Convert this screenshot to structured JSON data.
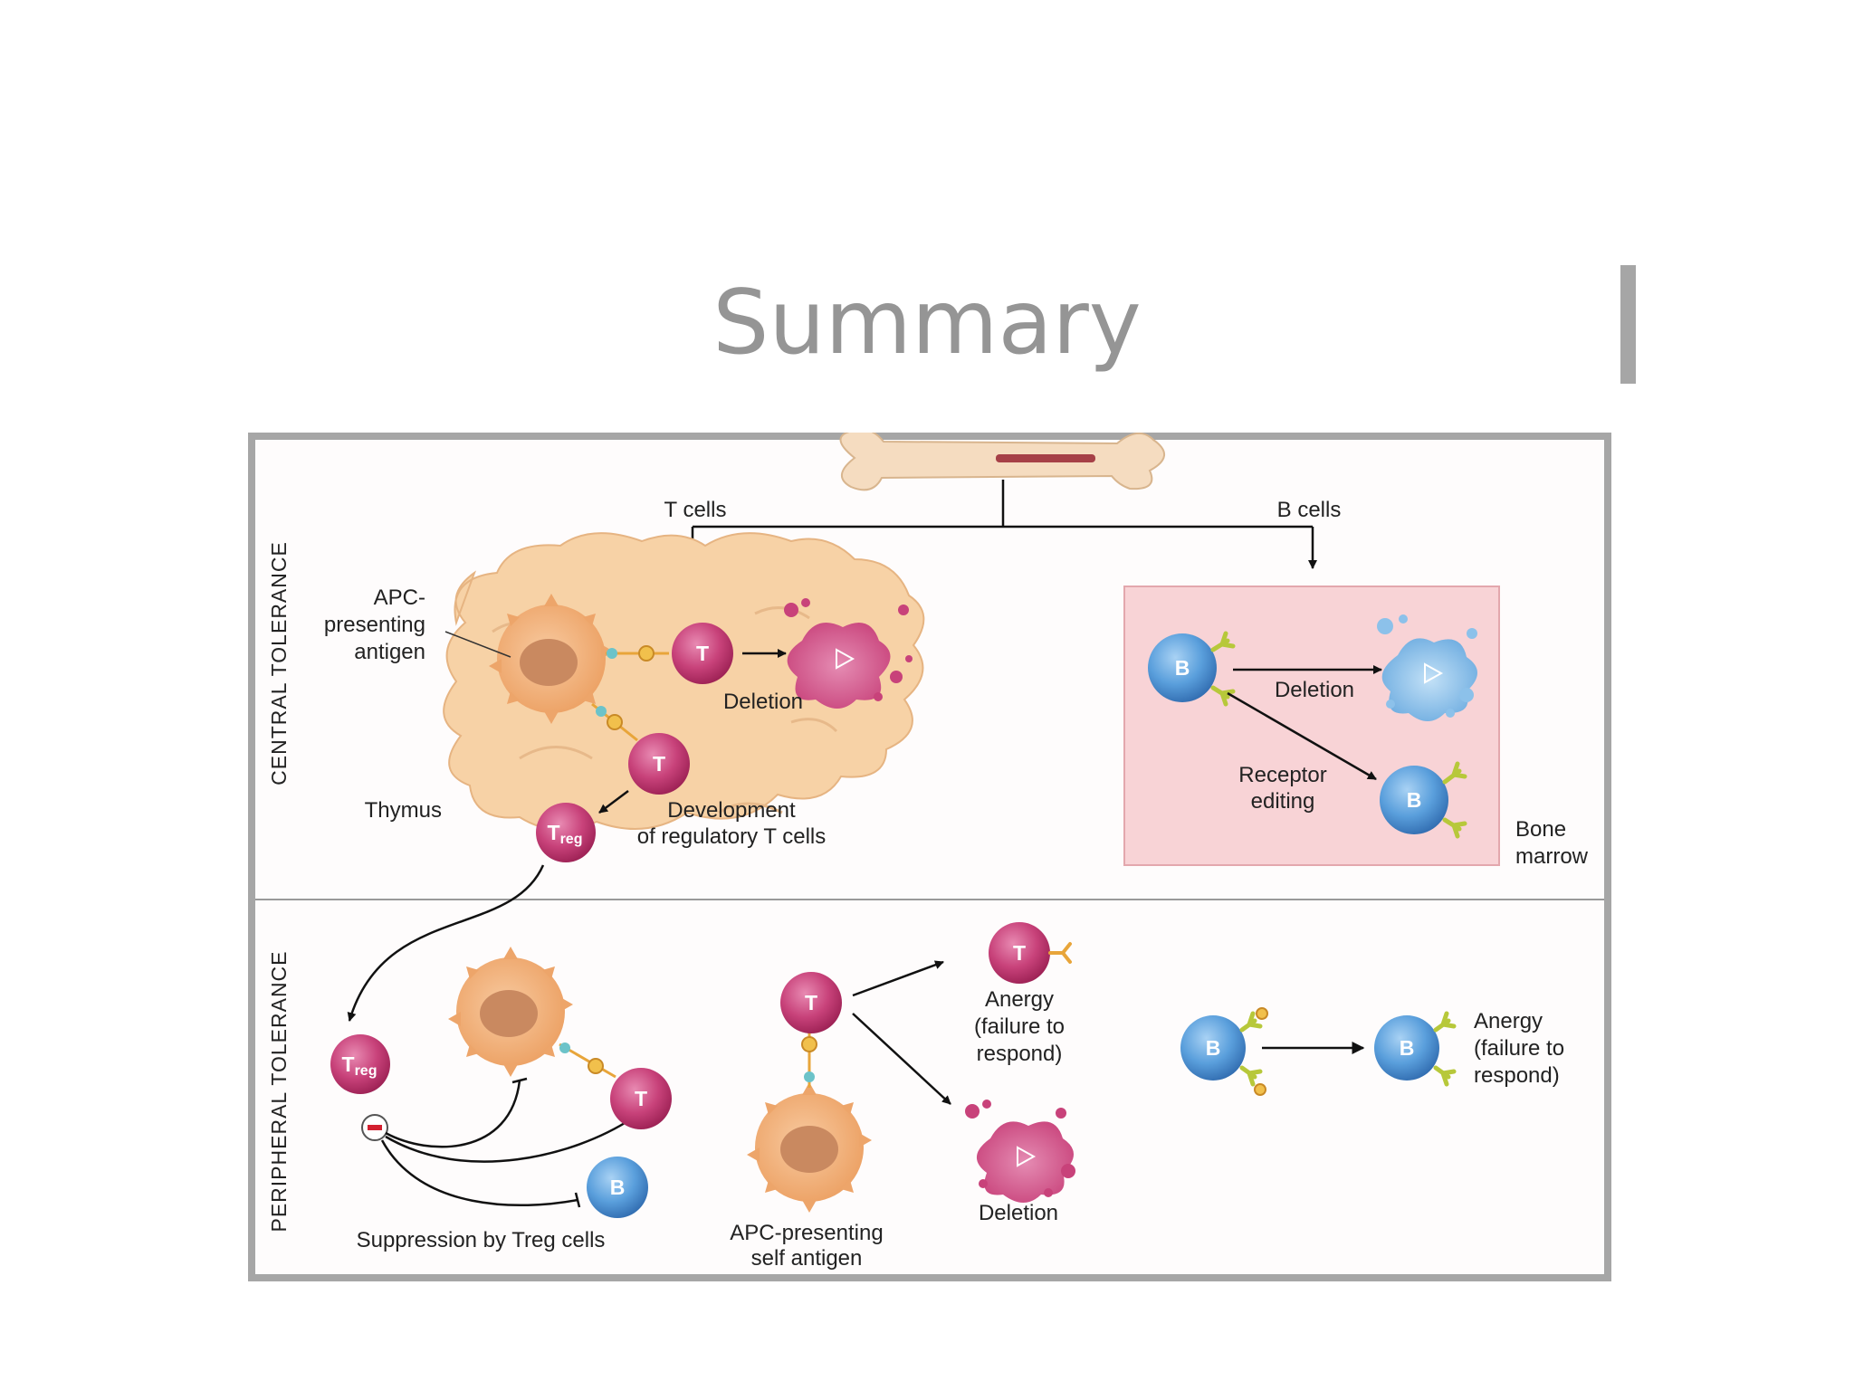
{
  "slide": {
    "title": "Summary"
  },
  "figure": {
    "sections": {
      "central": "CENTRAL TOLERANCE",
      "peripheral": "PERIPHERAL TOLERANCE"
    },
    "labels": {
      "t_cells": "T cells",
      "b_cells": "B cells",
      "apc_line1": "APC-",
      "apc_line2": "presenting",
      "apc_line3": "antigen",
      "thymus": "Thymus",
      "deletion_central_t": "Deletion",
      "development_line1": "Development",
      "development_line2": "of regulatory T cells",
      "deletion_central_b": "Deletion",
      "receptor_line1": "Receptor",
      "receptor_line2": "editing",
      "bone_line1": "Bone",
      "bone_line2": "marrow",
      "suppression": "Suppression by Treg cells",
      "apc_self_line1": "APC-presenting",
      "apc_self_line2": "self antigen",
      "anergy_t_line1": "Anergy",
      "anergy_t_line2": "(failure to",
      "anergy_t_line3": "respond)",
      "deletion_peripheral": "Deletion",
      "anergy_b_line1": "Anergy",
      "anergy_b_line2": "(failure to",
      "anergy_b_line3": "respond)"
    },
    "cell_letters": {
      "t": "T",
      "b": "B",
      "treg_main": "T",
      "treg_sub": "reg"
    },
    "colors": {
      "thymus": "#f7d2a6",
      "t_cell": "#c2306a",
      "b_cell": "#3f87c8",
      "apc": "#eda56a",
      "bone_marrow_box": "#f8d3d6",
      "frame": "#a6a6a6",
      "title": "#959595"
    }
  }
}
